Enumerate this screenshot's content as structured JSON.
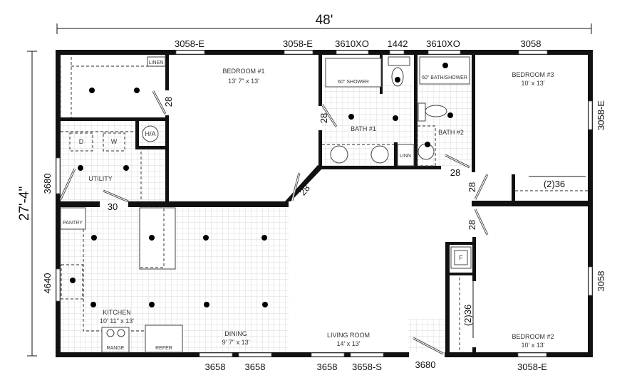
{
  "dimensions": {
    "overall_width": "48'",
    "overall_depth": "27'-4\"",
    "left_upper": "3680",
    "left_lower": "4640"
  },
  "windows": {
    "top": [
      "3058-E",
      "3058-E",
      "3610XO",
      "1442",
      "3610XO",
      "3058"
    ],
    "right": [
      "3058-E",
      "3058"
    ],
    "bottom": [
      "3658",
      "3658",
      "3658",
      "3658-S",
      "3680",
      "3058-E"
    ]
  },
  "rooms": {
    "bedroom1": {
      "name": "BEDROOM #1",
      "size": "13' 7\" x 13'"
    },
    "bedroom2": {
      "name": "BEDROOM #2",
      "size": "10' x 13'"
    },
    "bedroom3": {
      "name": "BEDROOM #3",
      "size": "10' x 13'"
    },
    "bath1": {
      "name": "BATH #1"
    },
    "bath2": {
      "name": "BATH #2"
    },
    "utility": {
      "name": "UTILITY"
    },
    "kitchen": {
      "name": "KITCHEN",
      "size": "10' 11\" x 13'"
    },
    "dining": {
      "name": "DINING",
      "size": "9' 7\" x 13'"
    },
    "living": {
      "name": "LIVING ROOM",
      "size": "14' x 13'"
    },
    "pantry": {
      "name": "PANTRY"
    }
  },
  "fixtures": {
    "linen": "LINEN",
    "linen2": "LINN",
    "shower": "60\" SHOWER",
    "bath_shower": "60\" BATH/SHOWER",
    "ha": "H/A",
    "dryer": "D",
    "washer": "W",
    "range": "RANGE",
    "refer": "REFER",
    "fireplace": "F"
  },
  "doors": {
    "bed1": "28",
    "bath1": "28",
    "bath2": "28",
    "hall": "28",
    "bed3": "28",
    "bed2": "28",
    "utility": "30",
    "closet3": "(2)36",
    "closet2": "(2)36"
  }
}
